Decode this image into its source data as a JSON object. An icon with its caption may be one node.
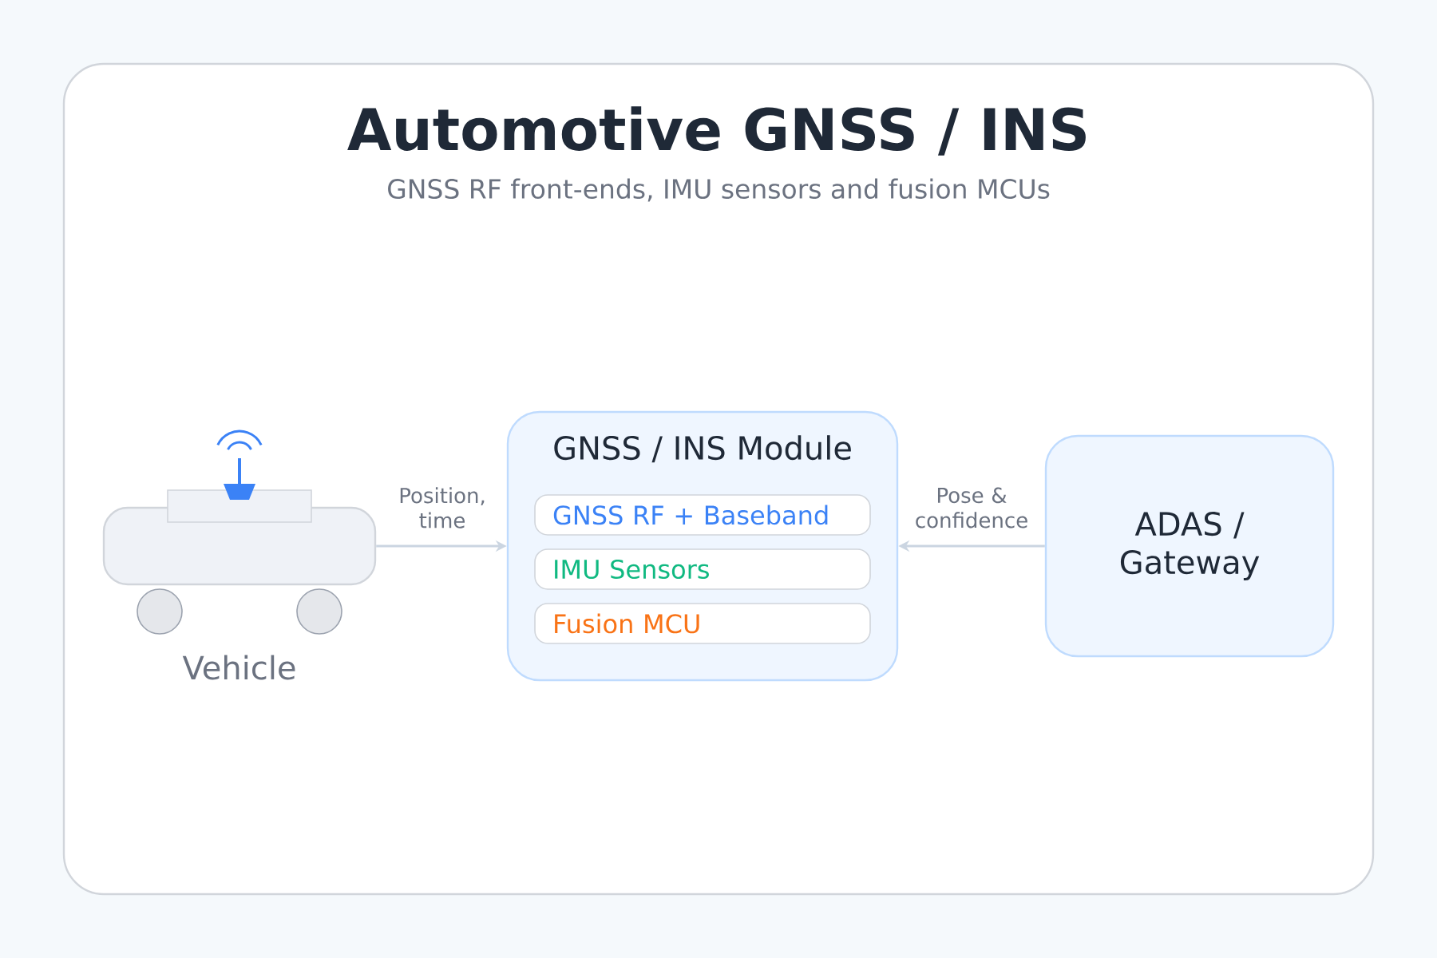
{
  "diagram": {
    "title": "Automotive GNSS / INS",
    "nodes": [
      {
        "text": [],
        "shape": "picture",
        "beside": [
          "Vehicle"
        ]
      },
      {
        "text": [
          "GNSS / INS Module"
        ]
      },
      {
        "text": [
          "GNSS RF + Baseband"
        ],
        "in": 1
      },
      {
        "text": [
          "IMU Sensors"
        ],
        "in": 1
      },
      {
        "text": [
          "Fusion MCU"
        ],
        "in": 1
      },
      {
        "text": [
          "ADAS / Gateway"
        ]
      }
    ],
    "edges": [
      {
        "from": 0,
        "to": 1,
        "arrow": "to",
        "label": "Position, time"
      },
      {
        "from": 5,
        "to": 1,
        "arrow": "to",
        "label": "Pose & confidence"
      }
    ],
    "labels": [
      "GNSS RF front-ends, IMU sensors and fusion MCUs"
    ]
  }
}
